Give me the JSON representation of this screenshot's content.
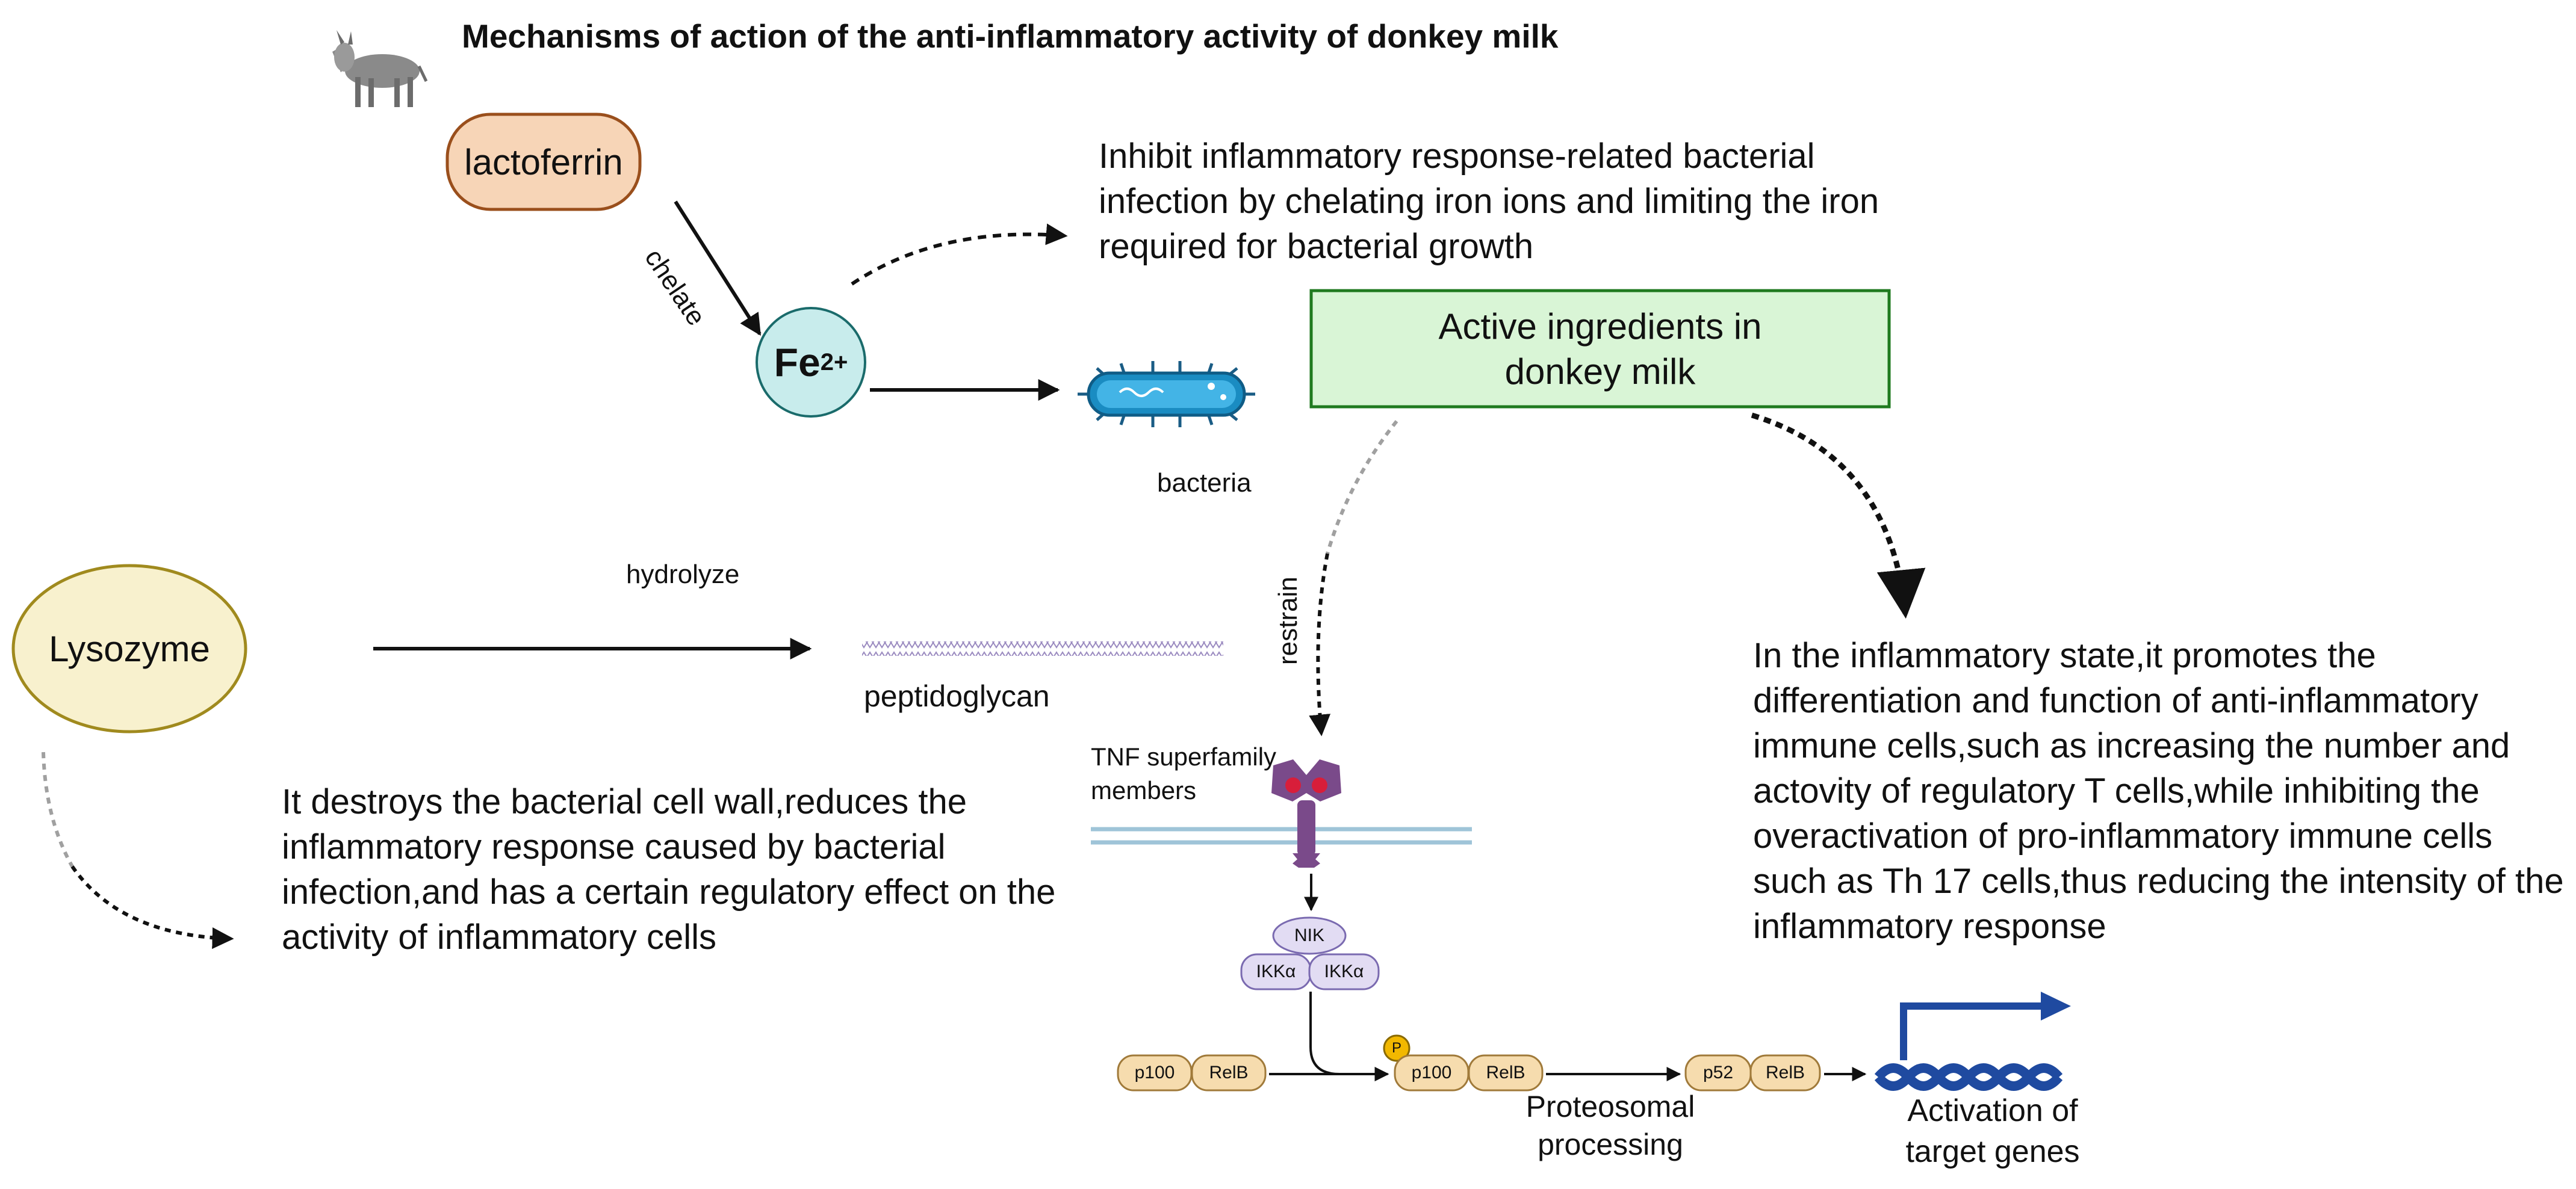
{
  "title": "Mechanisms of action of the anti-inflammatory  activity of donkey milk",
  "nodes": {
    "lactoferrin": "lactoferrin",
    "fe": "Fe",
    "fe_charge": "2+",
    "lysozyme": "Lysozyme",
    "bacteria": "bacteria",
    "peptidoglycan": "peptidoglycan",
    "active": "Active ingredients in donkey milk",
    "tnf": "TNF superfamily members",
    "nik": "NIK",
    "ikka1": "IKKα",
    "ikka2": "IKKα",
    "p100_a": "p100",
    "relb_a": "RelB",
    "phos": "P",
    "p100_b": "p100",
    "relb_b": "RelB",
    "p52": "p52",
    "relb_c": "RelB"
  },
  "edges": {
    "chelate": "chelate",
    "hydrolyze": "hydrolyze",
    "restrain": "restrain",
    "proteosomal": "Proteosomal processing",
    "activation": "Activation of target genes"
  },
  "texts": {
    "lactoferrin_effect": "Inhibit inflammatory response-related bacterial infection by chelating iron ions and limiting the iron required for bacterial growth",
    "lysozyme_effect": "It destroys the bacterial cell wall,reduces the inflammatory response caused by bacterial infection,and has a certain regulatory effect on the activity of inflammatory cells",
    "immune_effect": "In the inflammatory state,it promotes the differentiation and function of anti-inflammatory immune cells,such as increasing the number and actovity of regulatory T cells,while inhibiting the overactivation of pro-inflammatory immune cells such as Th 17 cells,thus reducing the intensity of the inflammatory response"
  },
  "colors": {
    "lactoferrin_fill": "#f7d5b7",
    "lactoferrin_stroke": "#9a4f1c",
    "fe_fill": "#c8ecec",
    "fe_stroke": "#1a6b6b",
    "lysozyme_fill": "#f8f1ce",
    "lysozyme_stroke": "#a08a1e",
    "active_fill": "#d9f5d6",
    "active_stroke": "#1f7a1f",
    "bacteria": "#1a8cc2",
    "protein_fill": "#f6dcae",
    "protein_stroke": "#a07a3a",
    "ikk_fill": "#e2dcf3",
    "ikk_stroke": "#7a6ab0",
    "dna": "#1f4aa0",
    "receptor": "#7a4a8a",
    "membrane": "#9fc4d8"
  },
  "icons": [
    "donkey-icon",
    "bacteria-icon",
    "receptor-icon",
    "dna-icon"
  ]
}
